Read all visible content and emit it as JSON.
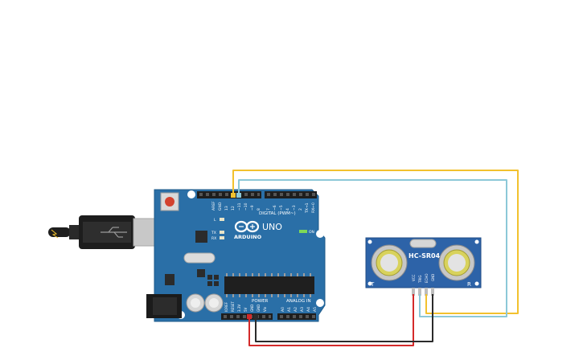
{
  "arduino": {
    "brand": "ARDUINO",
    "model": "UNO",
    "section_digital": "DIGITAL (PWM~)",
    "section_power": "POWER",
    "section_analog": "ANALOG IN",
    "led_l": "L",
    "led_tx": "TX",
    "led_rx": "RX",
    "led_on": "ON",
    "digital_pins": [
      "AREF",
      "GND",
      "13",
      "12",
      "~11",
      "~10",
      "~9",
      "8",
      "7",
      "~6",
      "~5",
      "4",
      "~3",
      "2",
      "TX→1",
      "RX←0"
    ],
    "power_pins": [
      "IOREF",
      "RESET",
      "3.3V",
      "5V",
      "GND",
      "GND",
      "Vin"
    ],
    "analog_pins": [
      "A0",
      "A1",
      "A2",
      "A3",
      "A4",
      "A5"
    ]
  },
  "sensor": {
    "model": "HC-SR04",
    "left_mark": "T",
    "right_mark": "R",
    "pins": [
      "VCC",
      "TRIG",
      "ECHO",
      "GND"
    ]
  },
  "wires": {
    "yellow": "#f2c12e",
    "cyan": "#8cc8d8",
    "red": "#d42a2a",
    "black": "#2b2b2b"
  },
  "colors": {
    "board": "#2a6fa7",
    "board_dark": "#1f5a8a",
    "sensor": "#2d63a8",
    "usb_gray": "#c8c8c8"
  }
}
